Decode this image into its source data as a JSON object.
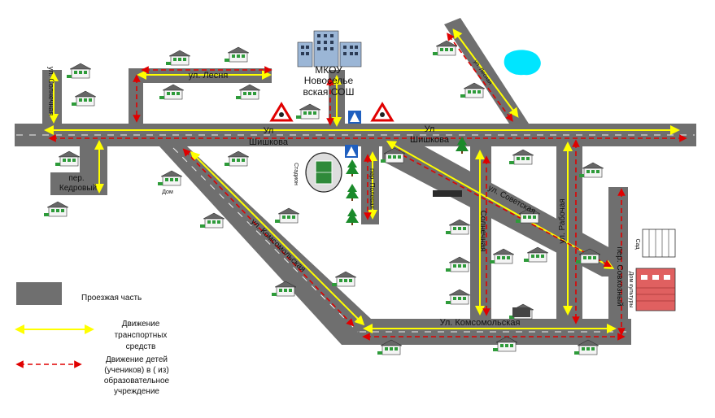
{
  "school": {
    "label_lines": [
      "МКОУ",
      "Новоселье",
      "вская СОШ"
    ]
  },
  "streets": {
    "solnechnaya": "ул. Солнечная",
    "lesnaya": "ул. Лесня",
    "shishkova_1": "Ул",
    "shishkova_2": "Шишкова",
    "shishkova_3": "Ул",
    "shishkova_4": "Шишкова",
    "kedroviy_1": "пер.",
    "kedroviy_2": "Кедровый",
    "komsomolskaya_diag": "ул. Комсомольская",
    "komsomolskaya_bottom": "Ул. Комсомольская",
    "sovetskaya": "ул. Советская",
    "polevaya": "пер. Полевая",
    "solnechnaya_2": "Солнечная",
    "rabochaya": "ул. Рабочая",
    "sovkhozniy": "пер. Совхозный",
    "lesnaya_ne": "ул. Лесная",
    "dom": "Дом",
    "stadion": "Стадион",
    "sad": "Сад",
    "kultury": "Дом культуры"
  },
  "legend": {
    "road": "Проезжая часть",
    "vehicles": "Движение транспортных средств",
    "children": "Движение детей (учеников) в ( из) образовательное учреждение"
  },
  "colors": {
    "road": "#6f6f6f",
    "vehicle_arrow": "#ffff00",
    "child_arrow": "#e00000",
    "pond": "#00e5ff",
    "tree": "#1a8a2a",
    "school": "#9bb6d6"
  }
}
